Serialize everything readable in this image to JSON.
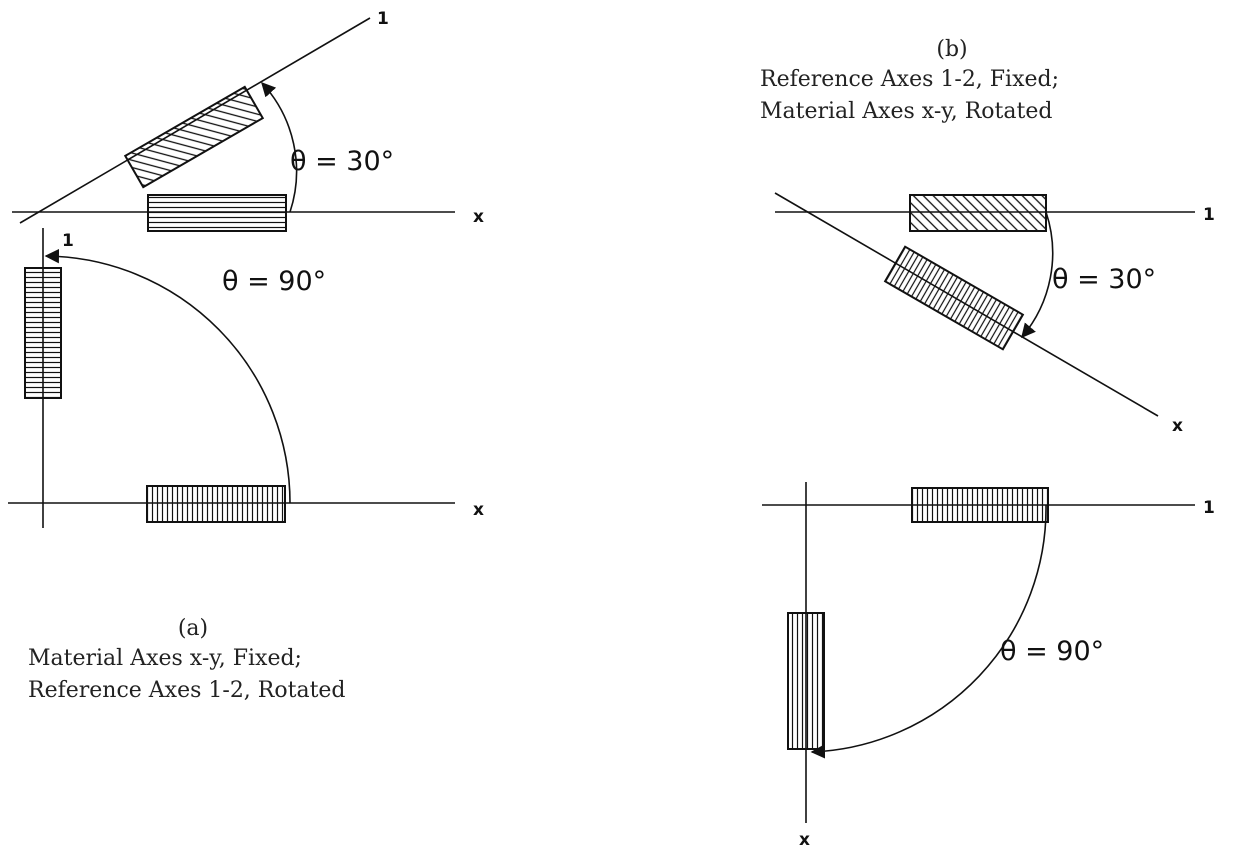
{
  "panel_a": {
    "caption_tag": "(a)",
    "caption_line1": "Material Axes x-y, Fixed;",
    "caption_line2": "Reference Axes 1-2, Rotated",
    "top": {
      "axis_x_label": "x",
      "axis_1_label": "1",
      "angle_label": "θ = 30°"
    },
    "bottom": {
      "axis_x_label": "x",
      "axis_1_label": "1",
      "angle_label": "θ =  90°"
    }
  },
  "panel_b": {
    "caption_tag": "(b)",
    "caption_line1": "Reference Axes 1-2, Fixed;",
    "caption_line2": "Material Axes x-y, Rotated",
    "top": {
      "axis_x_label": "x",
      "axis_1_label": "1",
      "angle_label": "θ = 30°"
    },
    "bottom": {
      "axis_x_label": "x",
      "axis_1_label": "1",
      "angle_label": "θ = 90°"
    }
  }
}
